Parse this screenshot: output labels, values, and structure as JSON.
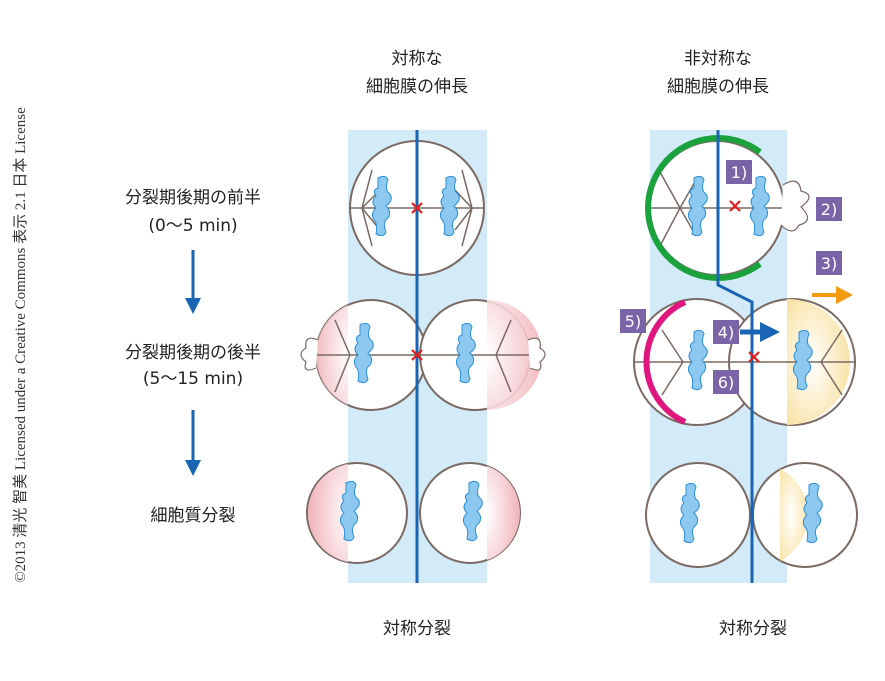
{
  "credit": "©2013 清光 智美 Licensed under a Creative Commons 表示 2.1 日本 License",
  "columns": {
    "symmetric": {
      "line1": "対称な",
      "line2": "細胞膜の伸長",
      "result": "対称分裂"
    },
    "asymmetric": {
      "line1": "非対称な",
      "line2": "細胞膜の伸長",
      "result": "対称分裂"
    }
  },
  "stages": [
    {
      "label": "分裂期後期の前半",
      "time": "(0〜5 min)"
    },
    {
      "label": "分裂期後期の後半",
      "time": "(5〜15 min)"
    },
    {
      "label": "細胞質分裂"
    }
  ],
  "markers": [
    "1)",
    "2)",
    "3)",
    "4)",
    "5)",
    "6)"
  ],
  "colors": {
    "band": "#d3eaf8",
    "axis": "#1a64b4",
    "marker": "#7b63a8",
    "green": "#1aa33c",
    "magenta": "#e0157e",
    "orange": "#f39a12",
    "pink": "#f2b9bf",
    "yellow": "#f7dc8c"
  }
}
